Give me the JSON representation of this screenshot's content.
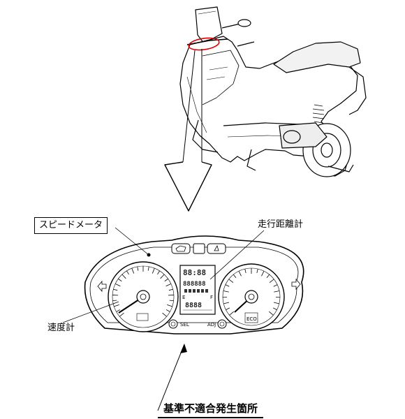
{
  "labels": {
    "speedometer_box": "スピードメータ",
    "odometer": "走行距離計",
    "speedometer": "速度計",
    "title": "基準不適合発生箇所"
  },
  "panel": {
    "clock": "88:88",
    "odometer_digits": "888888",
    "trip_digits": "8888",
    "sel_button": "SEL",
    "adj_button": "ADJ",
    "fuel_e": "E",
    "fuel_f": "F",
    "eco": "ECO"
  }
}
